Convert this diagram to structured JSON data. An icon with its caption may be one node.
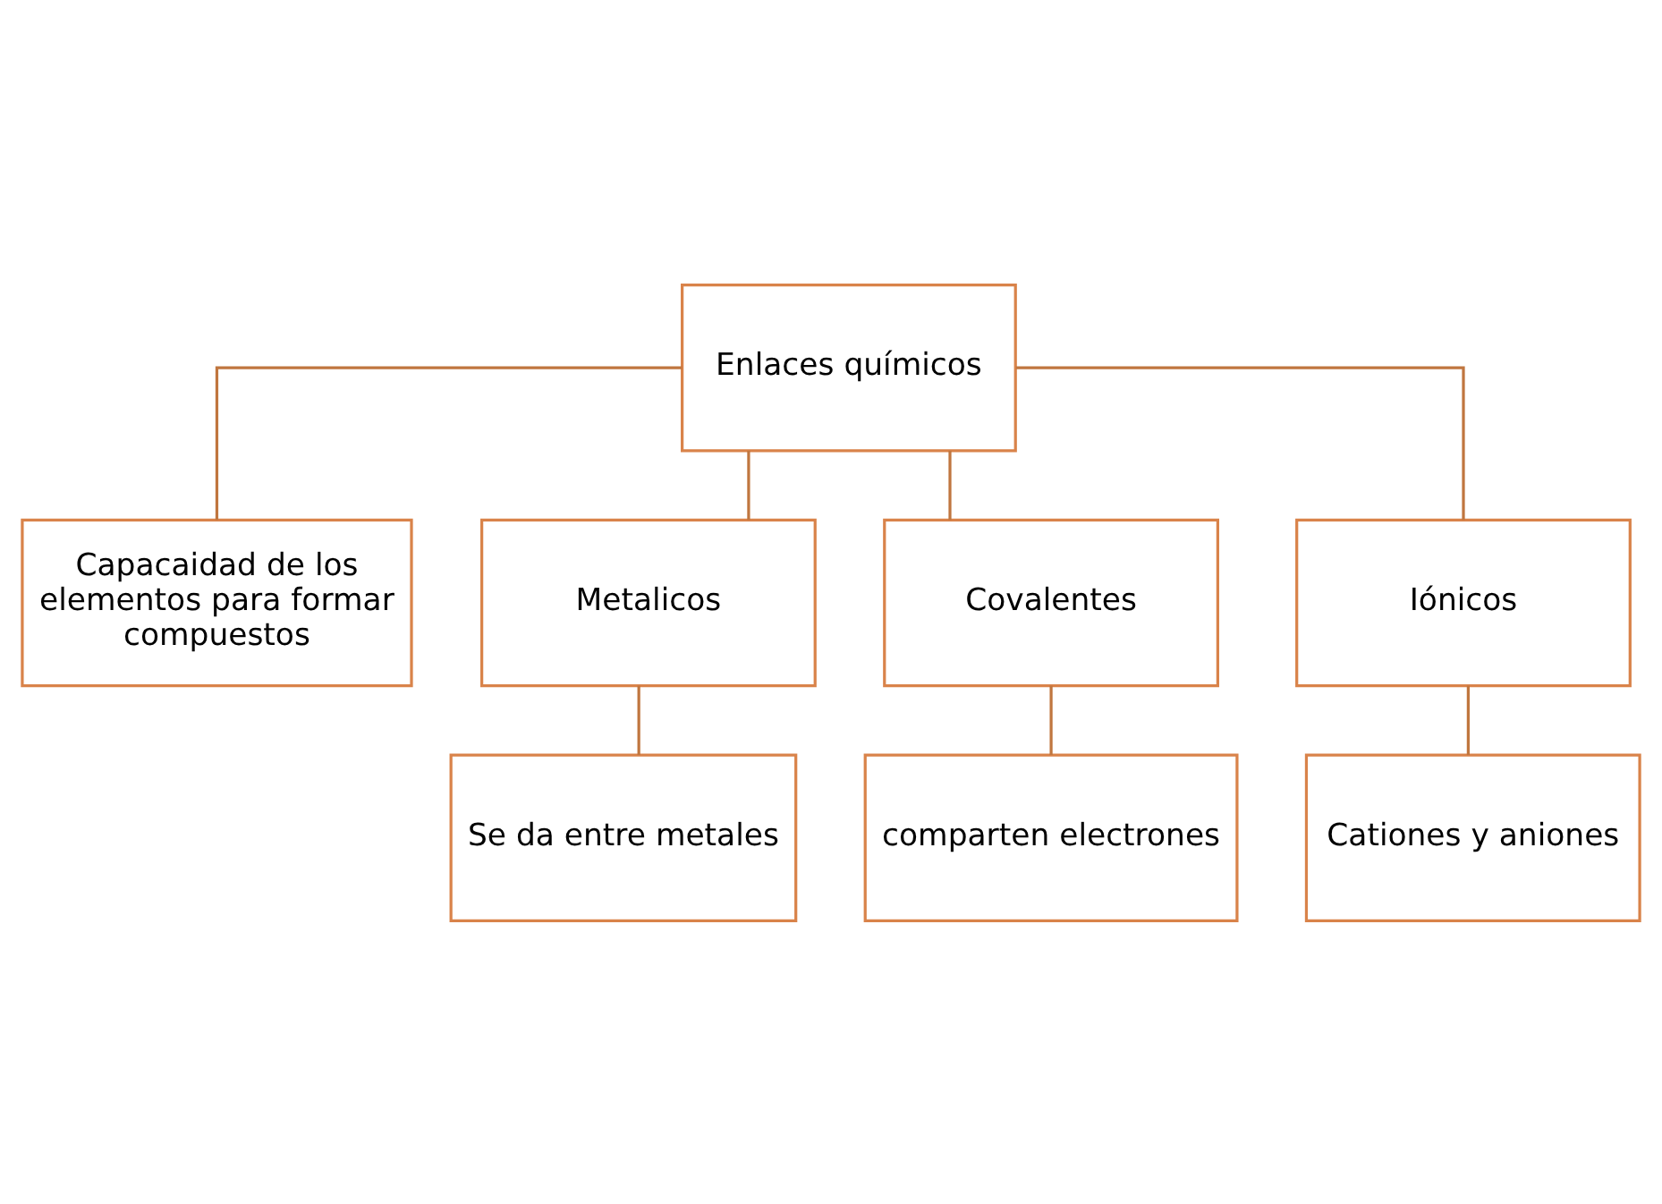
{
  "diagram": {
    "nodes": [
      {
        "text": [
          "Enlaces químicos"
        ]
      },
      {
        "text": [
          "Capacaidad de los elementos para formar compuestos"
        ]
      },
      {
        "text": [
          "Metalicos"
        ]
      },
      {
        "text": [
          "Covalentes"
        ]
      },
      {
        "text": [
          "Iónicos"
        ]
      },
      {
        "text": [
          "Se da entre metales"
        ]
      },
      {
        "text": [
          "comparten electrones"
        ]
      },
      {
        "text": [
          "Cationes y aniones"
        ]
      }
    ],
    "edges": [
      {
        "from": 0,
        "to": 1,
        "arrow": "none"
      },
      {
        "from": 0,
        "to": 2,
        "arrow": "none"
      },
      {
        "from": 0,
        "to": 3,
        "arrow": "none"
      },
      {
        "from": 0,
        "to": 4,
        "arrow": "none"
      },
      {
        "from": 2,
        "to": 5,
        "arrow": "none"
      },
      {
        "from": 3,
        "to": 6,
        "arrow": "none"
      },
      {
        "from": 4,
        "to": 7,
        "arrow": "none"
      }
    ]
  }
}
